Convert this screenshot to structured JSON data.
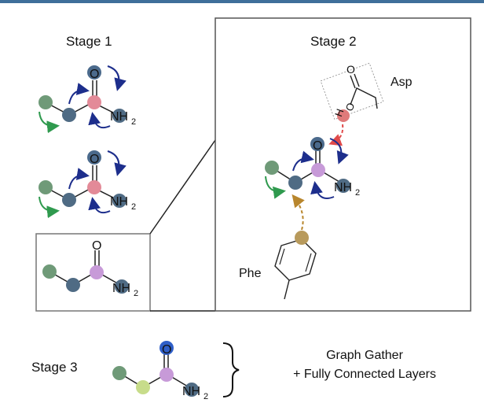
{
  "stages": {
    "stage1": "Stage 1",
    "stage2": "Stage 2",
    "stage3": "Stage 3"
  },
  "molecule": {
    "oxygen": "O",
    "amine": "NH",
    "amine_sub": "2",
    "hydroxyl_o": "O",
    "hydroxyl_h": "H"
  },
  "residues": {
    "asp": "Asp",
    "phe": "Phe"
  },
  "gather": {
    "line1": "Graph Gather",
    "line2": "+ Fully Connected Layers"
  },
  "colors": {
    "c_methyl": "#6f9a78",
    "c_ch2_stage1": "#4f6b84",
    "c_carbonyl_stage1": "#e38a98",
    "c_carbonyl_later": "#c79ad8",
    "o_node": "#4b6a8c",
    "o_node_stage3": "#2f5fc8",
    "c_ch2_stage3": "#c7dc8a",
    "asp_oh": "#e07a7a",
    "phe_node": "#b89a5c",
    "arrow_blue": "#1d2e8c",
    "arrow_green": "#2f9a4e",
    "arrow_red": "#e04a4a",
    "arrow_brown": "#b8862d"
  }
}
